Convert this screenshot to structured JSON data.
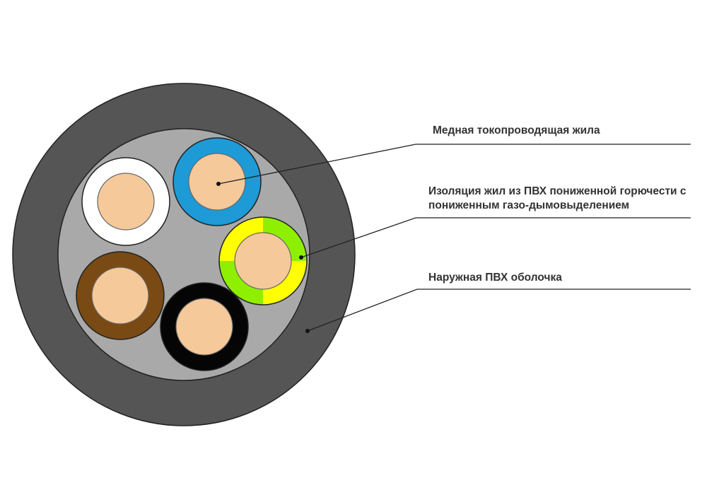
{
  "labels": {
    "copper_core": "Медная токопроводящая жила",
    "insulation_line1": "Изоляция жил из ПВХ пониженной горючести с",
    "insulation_line2": "пониженным газо-дымовыделением",
    "outer_sheath": "Наружная ПВХ оболочка"
  },
  "colors": {
    "outer_sheath": "#555555",
    "filler": "#a9a9a9",
    "copper": "#f6c99a",
    "core_white": "#ffffff",
    "core_blue": "#1e9ad6",
    "core_brown": "#7a4a14",
    "core_black": "#050505",
    "core_green": "#8ef000",
    "core_yellow": "#ffff00",
    "leader": "#222222",
    "text": "#333333"
  }
}
